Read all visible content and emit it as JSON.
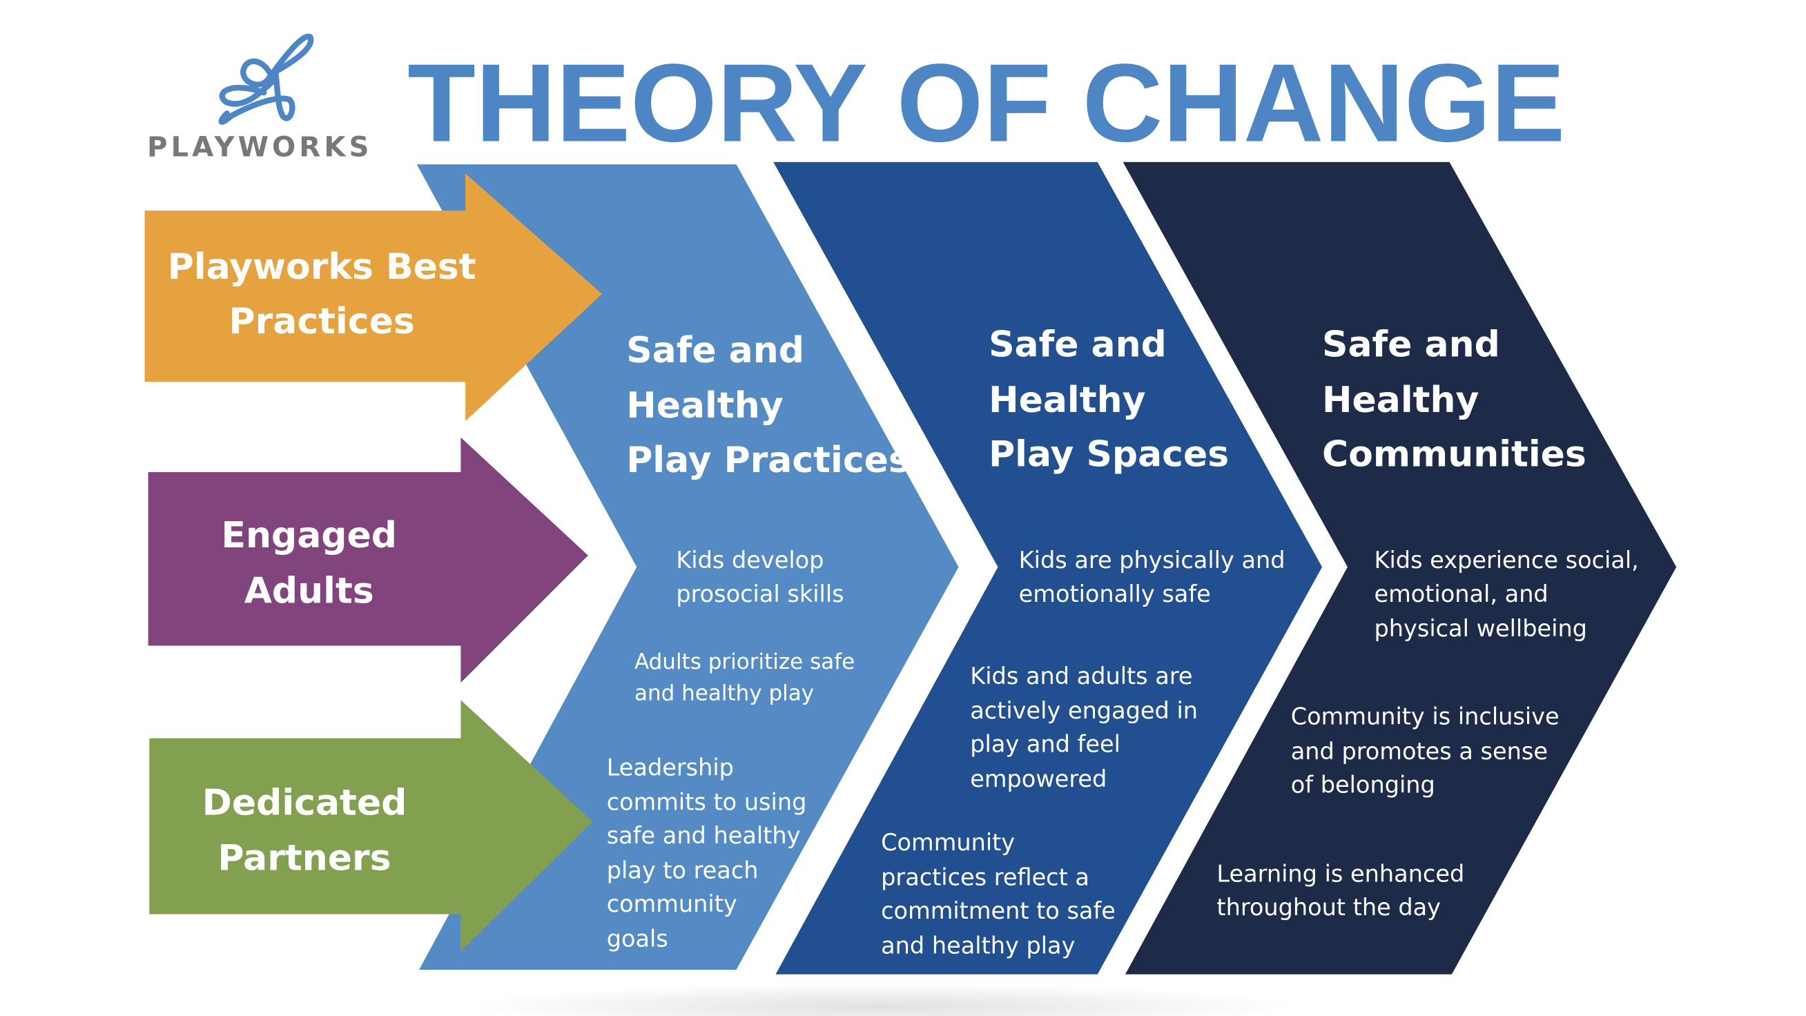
{
  "logo": {
    "name": "PLAYWORKS"
  },
  "title": "THEORY OF CHANGE",
  "colors": {
    "title": "#4E86C5",
    "orange": "#E6A23E",
    "purple": "#82447D",
    "green": "#82A04F",
    "stage1": "#548BC4",
    "stage2": "#224F8F",
    "stage3": "#1D2A48"
  },
  "inputs": [
    {
      "lines": [
        "Playworks Best",
        "Practices"
      ]
    },
    {
      "lines": [
        "Engaged",
        "Adults"
      ]
    },
    {
      "lines": [
        "Dedicated",
        "Partners"
      ]
    }
  ],
  "stages": [
    {
      "heading": [
        "Safe and",
        "Healthy",
        "Play Practices"
      ],
      "outcomes": [
        [
          "Kids develop",
          "prosocial skills"
        ],
        [
          "Adults prioritize safe",
          "and healthy play"
        ],
        [
          "Leadership",
          "commits to using",
          "safe and healthy",
          "play to reach",
          "community",
          "goals"
        ]
      ]
    },
    {
      "heading": [
        "Safe and",
        "Healthy",
        "Play Spaces"
      ],
      "outcomes": [
        [
          "Kids are physically and",
          "emotionally safe"
        ],
        [
          "Kids and adults are",
          "actively engaged in",
          "play and feel",
          "empowered"
        ],
        [
          "Community",
          "practices reflect a",
          "commitment to safe",
          "and healthy play"
        ]
      ]
    },
    {
      "heading": [
        "Safe and",
        "Healthy",
        "Communities"
      ],
      "outcomes": [
        [
          "Kids experience social,",
          "emotional, and",
          "physical wellbeing"
        ],
        [
          "Community is inclusive",
          "and promotes a sense",
          "of belonging"
        ],
        [
          "Learning is enhanced",
          "throughout the day"
        ]
      ]
    }
  ]
}
